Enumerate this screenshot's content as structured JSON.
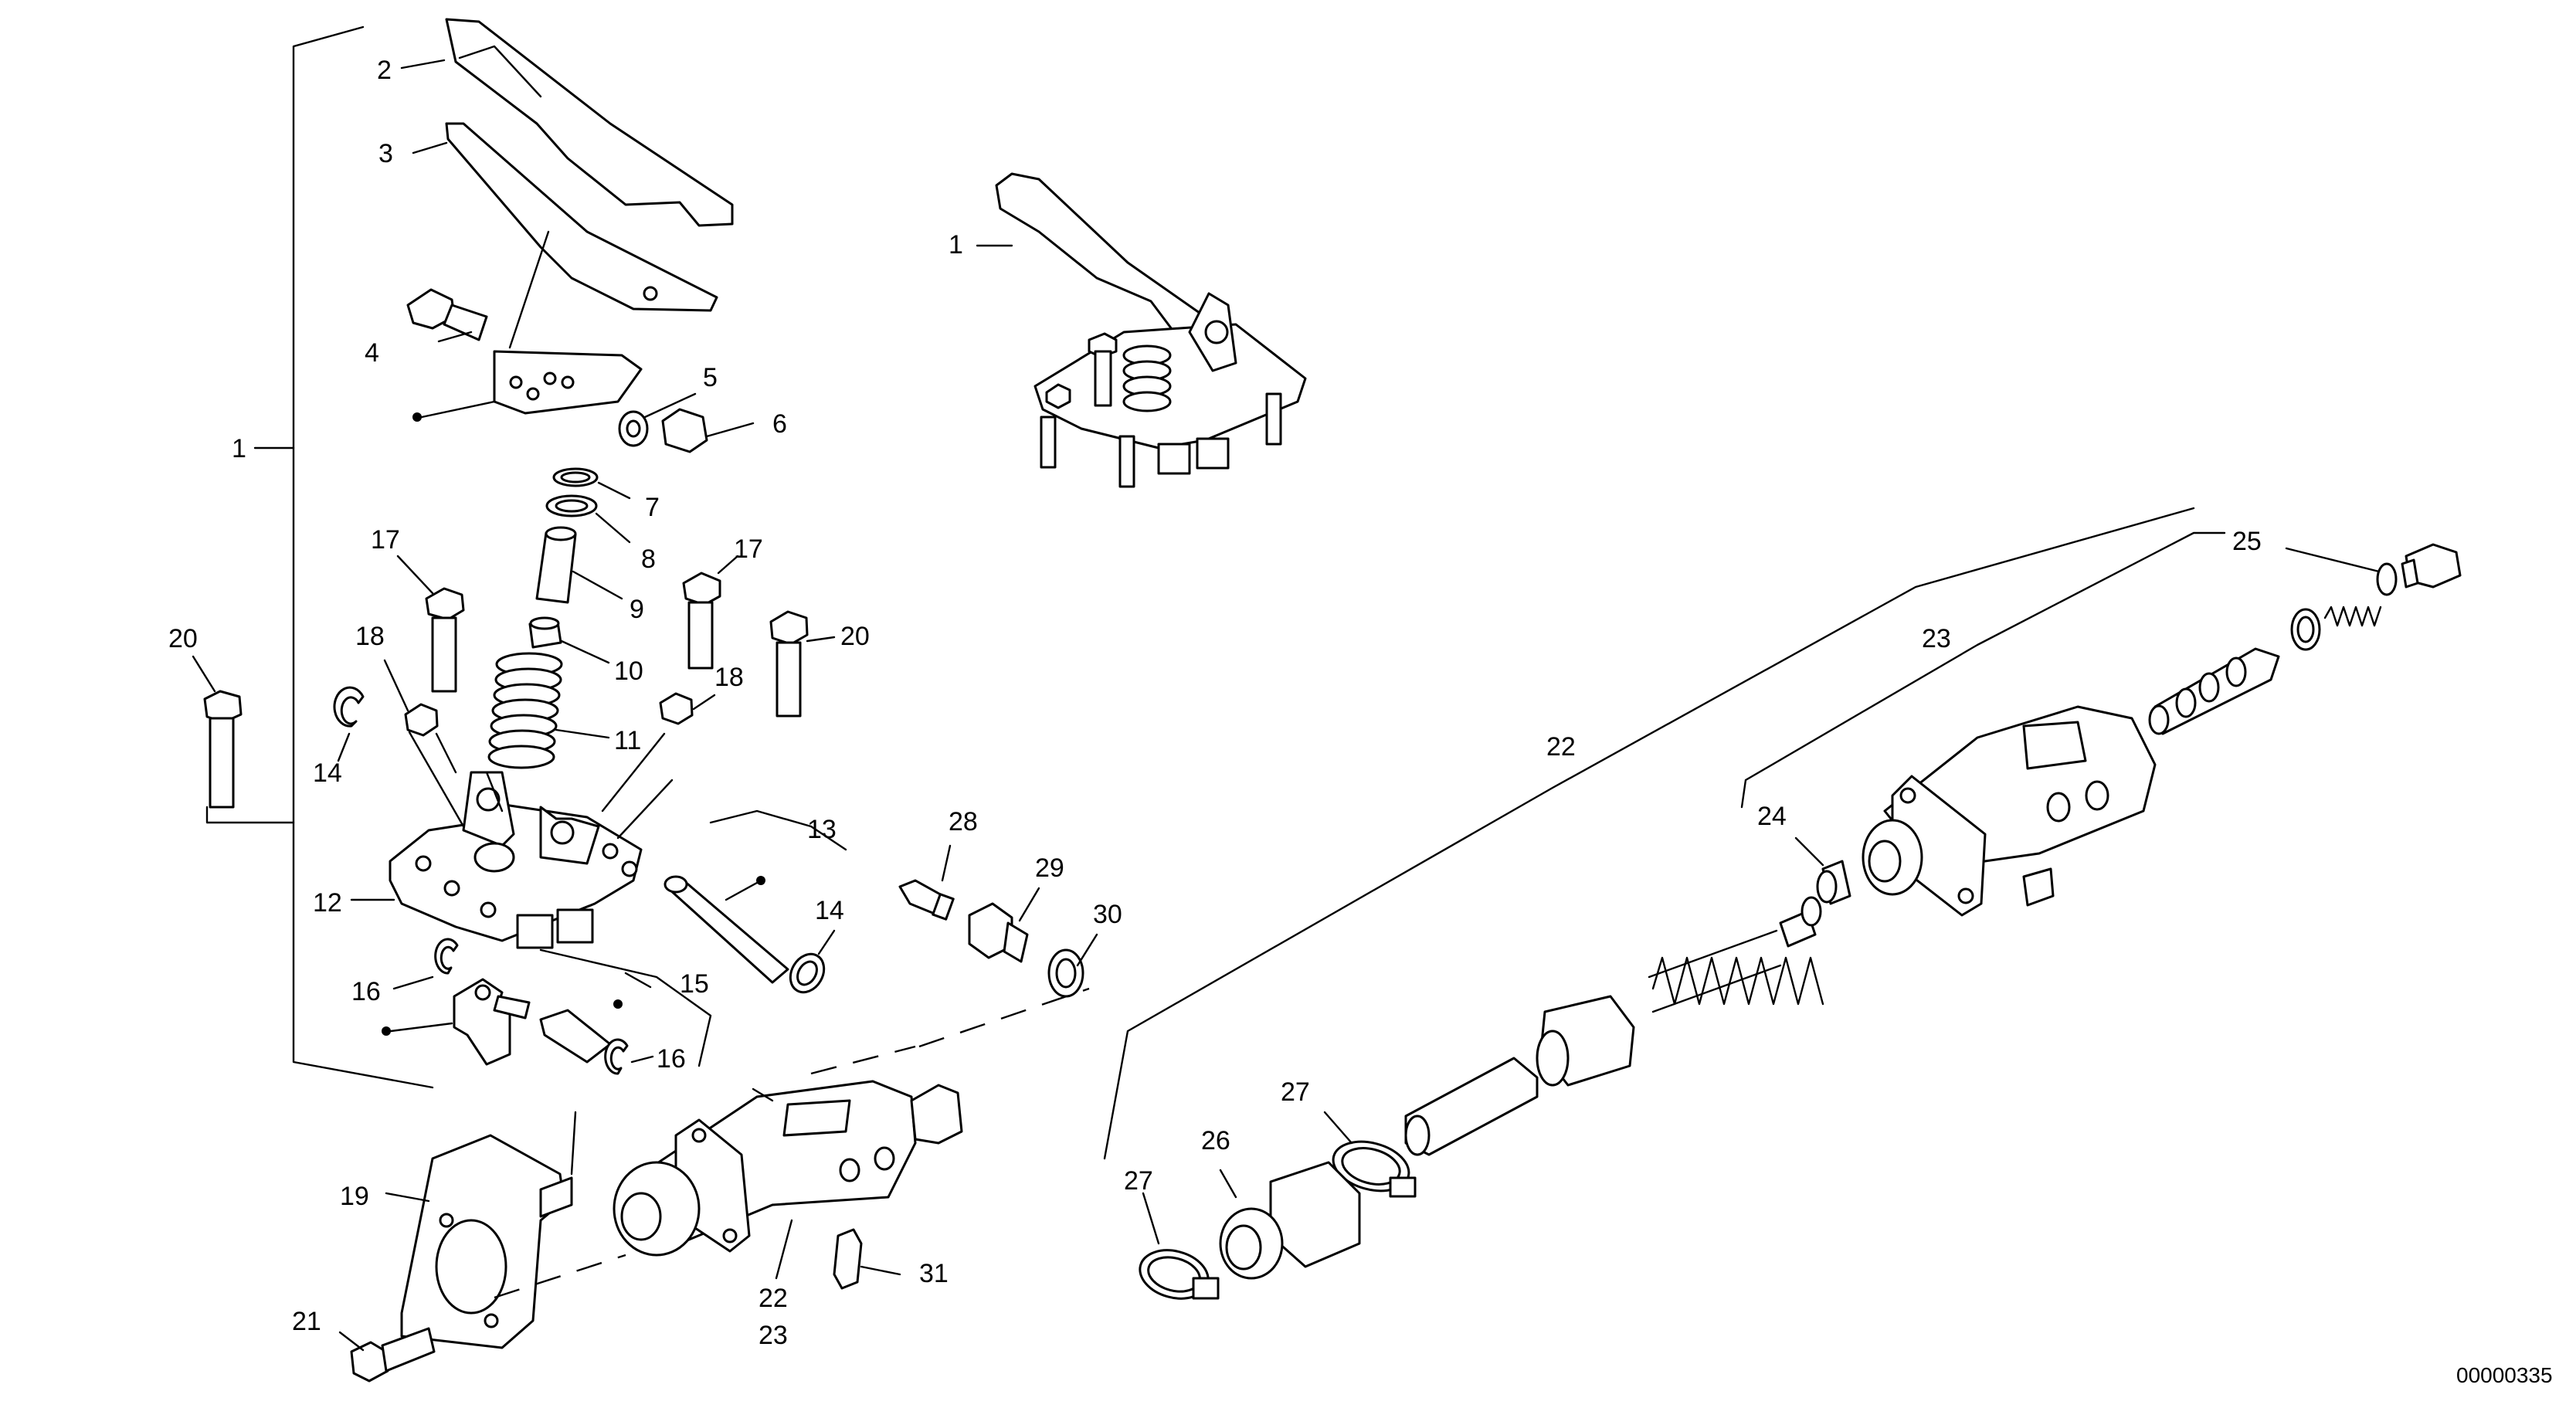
{
  "diagram": {
    "document_number": "00000335",
    "labels": {
      "l1a": "1",
      "l1b": "1",
      "l2": "2",
      "l3": "3",
      "l4": "4",
      "l5": "5",
      "l6": "6",
      "l7": "7",
      "l8": "8",
      "l9": "9",
      "l10": "10",
      "l11": "11",
      "l12": "12",
      "l13": "13",
      "l14a": "14",
      "l14b": "14",
      "l15": "15",
      "l16a": "16",
      "l16b": "16",
      "l17a": "17",
      "l17b": "17",
      "l18a": "18",
      "l18b": "18",
      "l19": "19",
      "l20a": "20",
      "l20b": "20",
      "l21": "21",
      "l22a": "22",
      "l22b": "22",
      "l23a": "23",
      "l23b": "23",
      "l24": "24",
      "l25": "25",
      "l26": "26",
      "l27a": "27",
      "l27b": "27",
      "l28": "28",
      "l29": "29",
      "l30": "30",
      "l31": "31"
    }
  }
}
